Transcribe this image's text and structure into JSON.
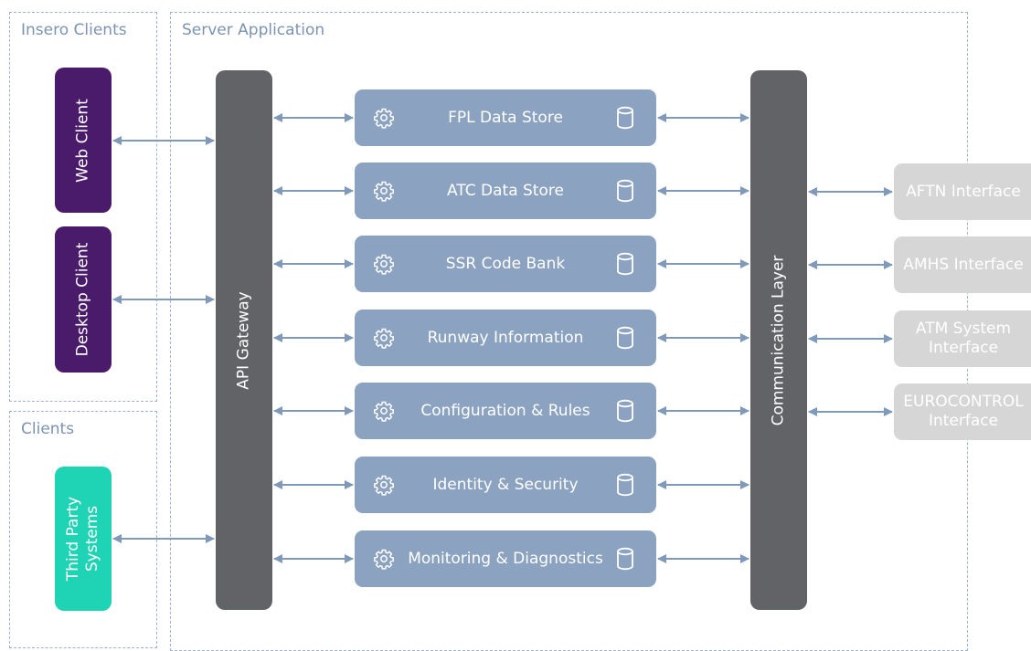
{
  "groups": {
    "insero_clients": "Insero Clients",
    "server_application": "Server Application",
    "clients": "Clients"
  },
  "clients": {
    "web": "Web Client",
    "desktop": "Desktop Client",
    "third_party": "Third Party\nSystems"
  },
  "gateway": "API Gateway",
  "communication": "Communication Layer",
  "services": [
    {
      "label": "FPL Data Store",
      "icon": "gear-icon",
      "store_icon": "database-icon"
    },
    {
      "label": "ATC Data Store",
      "icon": "gear-icon",
      "store_icon": "database-icon"
    },
    {
      "label": "SSR Code Bank",
      "icon": "gear-icon",
      "store_icon": "database-icon"
    },
    {
      "label": "Runway Information",
      "icon": "gear-icon",
      "store_icon": "database-icon"
    },
    {
      "label": "Configuration & Rules",
      "icon": "gear-icon",
      "store_icon": "database-icon"
    },
    {
      "label": "Identity & Security",
      "icon": "gear-icon",
      "store_icon": "database-icon"
    },
    {
      "label": "Monitoring & Diagnostics",
      "icon": "gear-icon",
      "store_icon": "database-icon"
    }
  ],
  "interfaces": [
    {
      "label": "AFTN Interface"
    },
    {
      "label": "AMHS Interface"
    },
    {
      "label": "ATM System\nInterface"
    },
    {
      "label": "EUROCONTROL\nInterface"
    }
  ],
  "colors": {
    "insero_client": "#4a1a6b",
    "third_party": "#1fd3b5",
    "gateway": "#616366",
    "service": "#8ba2c0",
    "interface": "#d6d6d6",
    "arrow": "#7f99ba",
    "group_border": "#9fb3cc"
  }
}
